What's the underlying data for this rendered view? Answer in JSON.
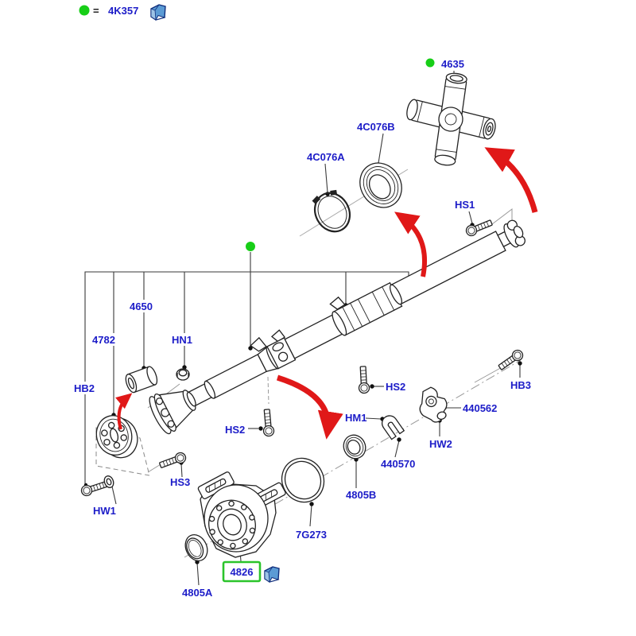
{
  "legend": {
    "dot": "green-dot",
    "equals": "=",
    "part_code": "4K357",
    "note_icon": "document-icon"
  },
  "selected_part": {
    "code": "4826",
    "note_icon": "document-icon"
  },
  "part_labels": {
    "p4635": "4635",
    "p4c076b": "4C076B",
    "p4c076a": "4C076A",
    "hs1": "HS1",
    "p4650": "4650",
    "p4782": "4782",
    "hn1": "HN1",
    "hb2": "HB2",
    "hs2": "HS2",
    "hm1": "HM1",
    "p440562": "440562",
    "hb3": "HB3",
    "hw2": "HW2",
    "p440570": "440570",
    "p4805b": "4805B",
    "p4805a": "4805A",
    "p7g273": "7G273",
    "hs3": "HS3",
    "hw1": "HW1"
  },
  "colors": {
    "label_blue": "#1C1CC8",
    "legend_green": "#17CE17",
    "arrow_red": "#E01818",
    "highlight_green": "#2BC42B",
    "callout_line": "#3a3a3a"
  }
}
